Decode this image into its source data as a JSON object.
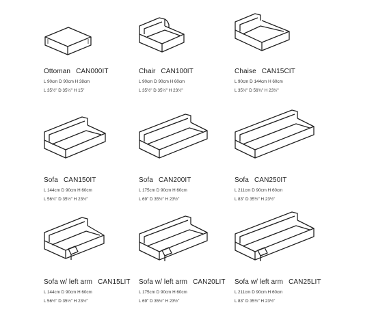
{
  "products": [
    {
      "name": "Ottoman",
      "code": "CAN000IT",
      "metric": "L 90cm D 90cm H 38cm",
      "imperial": "L 35½\" D 35½\" H 15\"",
      "icon": "ottoman-drawing"
    },
    {
      "name": "Chair",
      "code": "CAN100IT",
      "metric": "L 90cm D 90cm H 60cm",
      "imperial": "L 35½\" D 35½\" H 23½\"",
      "icon": "chair-drawing"
    },
    {
      "name": "Chaise",
      "code": "CAN15CIT",
      "metric": "L 90cm D 144cm H 60cm",
      "imperial": "L 35½\" D 56¾\" H 23½\"",
      "icon": "chaise-drawing"
    },
    {
      "name": "Sofa",
      "code": "CAN150IT",
      "metric": "L 144cm D 90cm H 60cm",
      "imperial": "L 56¾\" D 35½\" H 23½\"",
      "icon": "sofa-150-drawing"
    },
    {
      "name": "Sofa",
      "code": "CAN200IT",
      "metric": "L 175cm D 90cm H 60cm",
      "imperial": "L 69\" D 35½\" H 23½\"",
      "icon": "sofa-200-drawing"
    },
    {
      "name": "Sofa",
      "code": "CAN250IT",
      "metric": "L 211cm D 90cm H 60cm",
      "imperial": "L 83\" D 35½\" H 23½\"",
      "icon": "sofa-250-drawing"
    },
    {
      "name": "Sofa w/ left arm",
      "code": "CAN15LIT",
      "metric": "L 144cm D 90cm H 60cm",
      "imperial": "L 56½\" D 35½\" H 23½\"",
      "icon": "sofa-left-arm-150-drawing"
    },
    {
      "name": "Sofa w/ left arm",
      "code": "CAN20LIT",
      "metric": "L 175cm D 90cm H 60cm",
      "imperial": "L 69\" D 35½\" H 23½\"",
      "icon": "sofa-left-arm-200-drawing"
    },
    {
      "name": "Sofa w/ left arm",
      "code": "CAN25LIT",
      "metric": "L 211cm D 90cm H 60cm",
      "imperial": "L 83\" D 35½\" H 23½\"",
      "icon": "sofa-left-arm-250-drawing"
    }
  ]
}
